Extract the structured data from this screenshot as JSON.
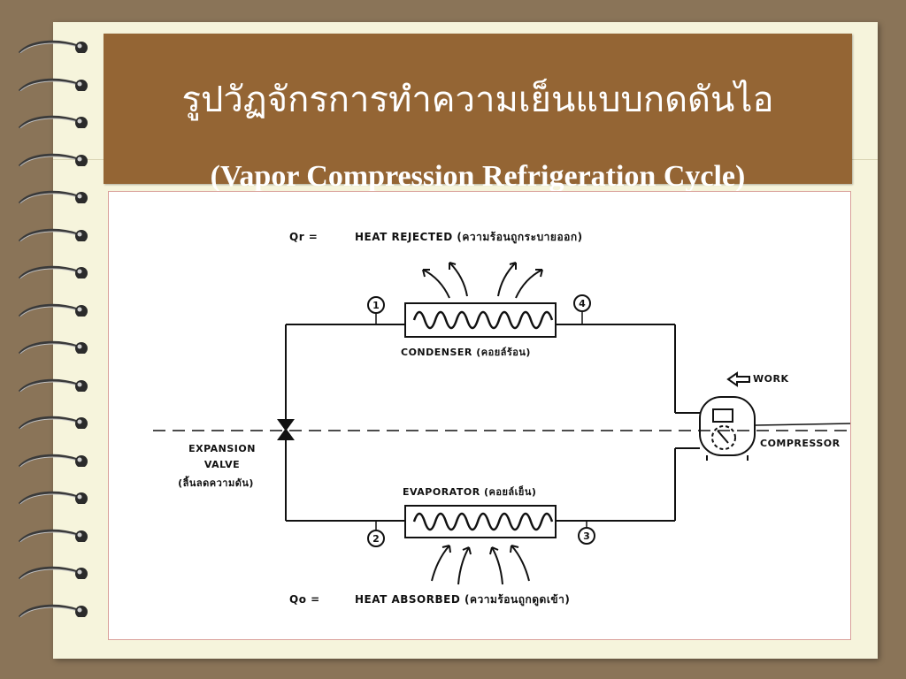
{
  "title": {
    "thai": "รูปวัฏจักรการทำความเย็นแบบกดดันไอ",
    "english": "(Vapor Compression Refrigeration Cycle)"
  },
  "diagram": {
    "heat_rejected": {
      "symbol": "Qr =",
      "text": "HEAT REJECTED (ความร้อนถูกระบายออก)"
    },
    "heat_absorbed": {
      "symbol": "Qo =",
      "text": "HEAT ABSORBED (ความร้อนถูกดูดเข้า)"
    },
    "condenser_label": "CONDENSER (คอยล์ร้อน)",
    "evaporator_label": "EVAPORATOR (คอยล์เย็น)",
    "work_label": "WORK",
    "compressor_label": "COMPRESSOR",
    "expansion_valve": {
      "line1": "EXPANSION",
      "line2": "VALVE",
      "line3": "(ลิ้นลดความดัน)"
    },
    "points": [
      "1",
      "2",
      "3",
      "4"
    ]
  },
  "colors": {
    "background": "#8a7458",
    "paper": "#f6f4dc",
    "title_box": "#946534",
    "title_text": "#ffffff"
  }
}
